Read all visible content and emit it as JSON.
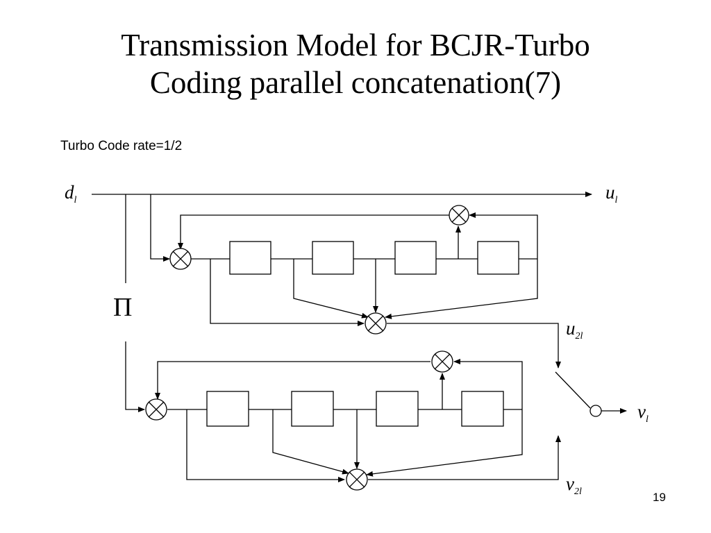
{
  "slide": {
    "title_line1": "Transmission Model for BCJR-Turbo",
    "title_line2": "Coding parallel concatenation(7)",
    "subtitle": "Turbo Code rate=1/2",
    "page_number": "19"
  },
  "labels": {
    "d_main": "d",
    "d_sub": "l",
    "u_main": "u",
    "u_sub": "l",
    "u2_main": "u",
    "u2_sub": "2l",
    "v_main": "v",
    "v_sub": "l",
    "v2_main": "v",
    "v2_sub": "2l",
    "interleaver": "Π"
  }
}
